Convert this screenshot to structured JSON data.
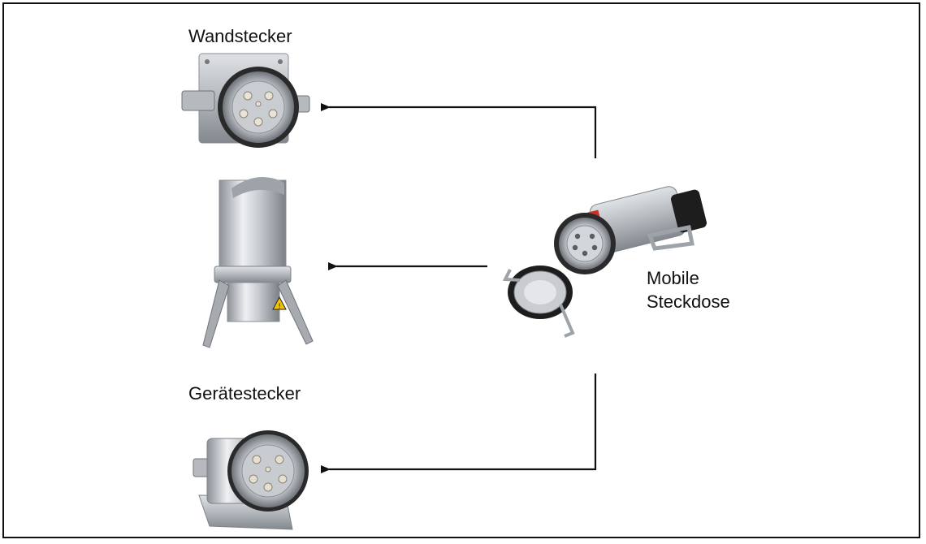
{
  "labels": {
    "wall_plug": "Wandstecker",
    "device_plug": "Gerätestecker",
    "mobile_socket_line1": "Mobile",
    "mobile_socket_line2": "Steckdose"
  },
  "colors": {
    "metal_light": "#e6e8ea",
    "metal_mid": "#b9bdc2",
    "metal_dark": "#6f747a",
    "black_part": "#1d1d1d",
    "warning_yellow": "#f2c300",
    "red_label": "#c8322b",
    "arrow": "#111111"
  },
  "icons": [
    "wall-plug-image",
    "adapter-image",
    "device-plug-image",
    "mobile-socket-image",
    "warning-icon"
  ]
}
